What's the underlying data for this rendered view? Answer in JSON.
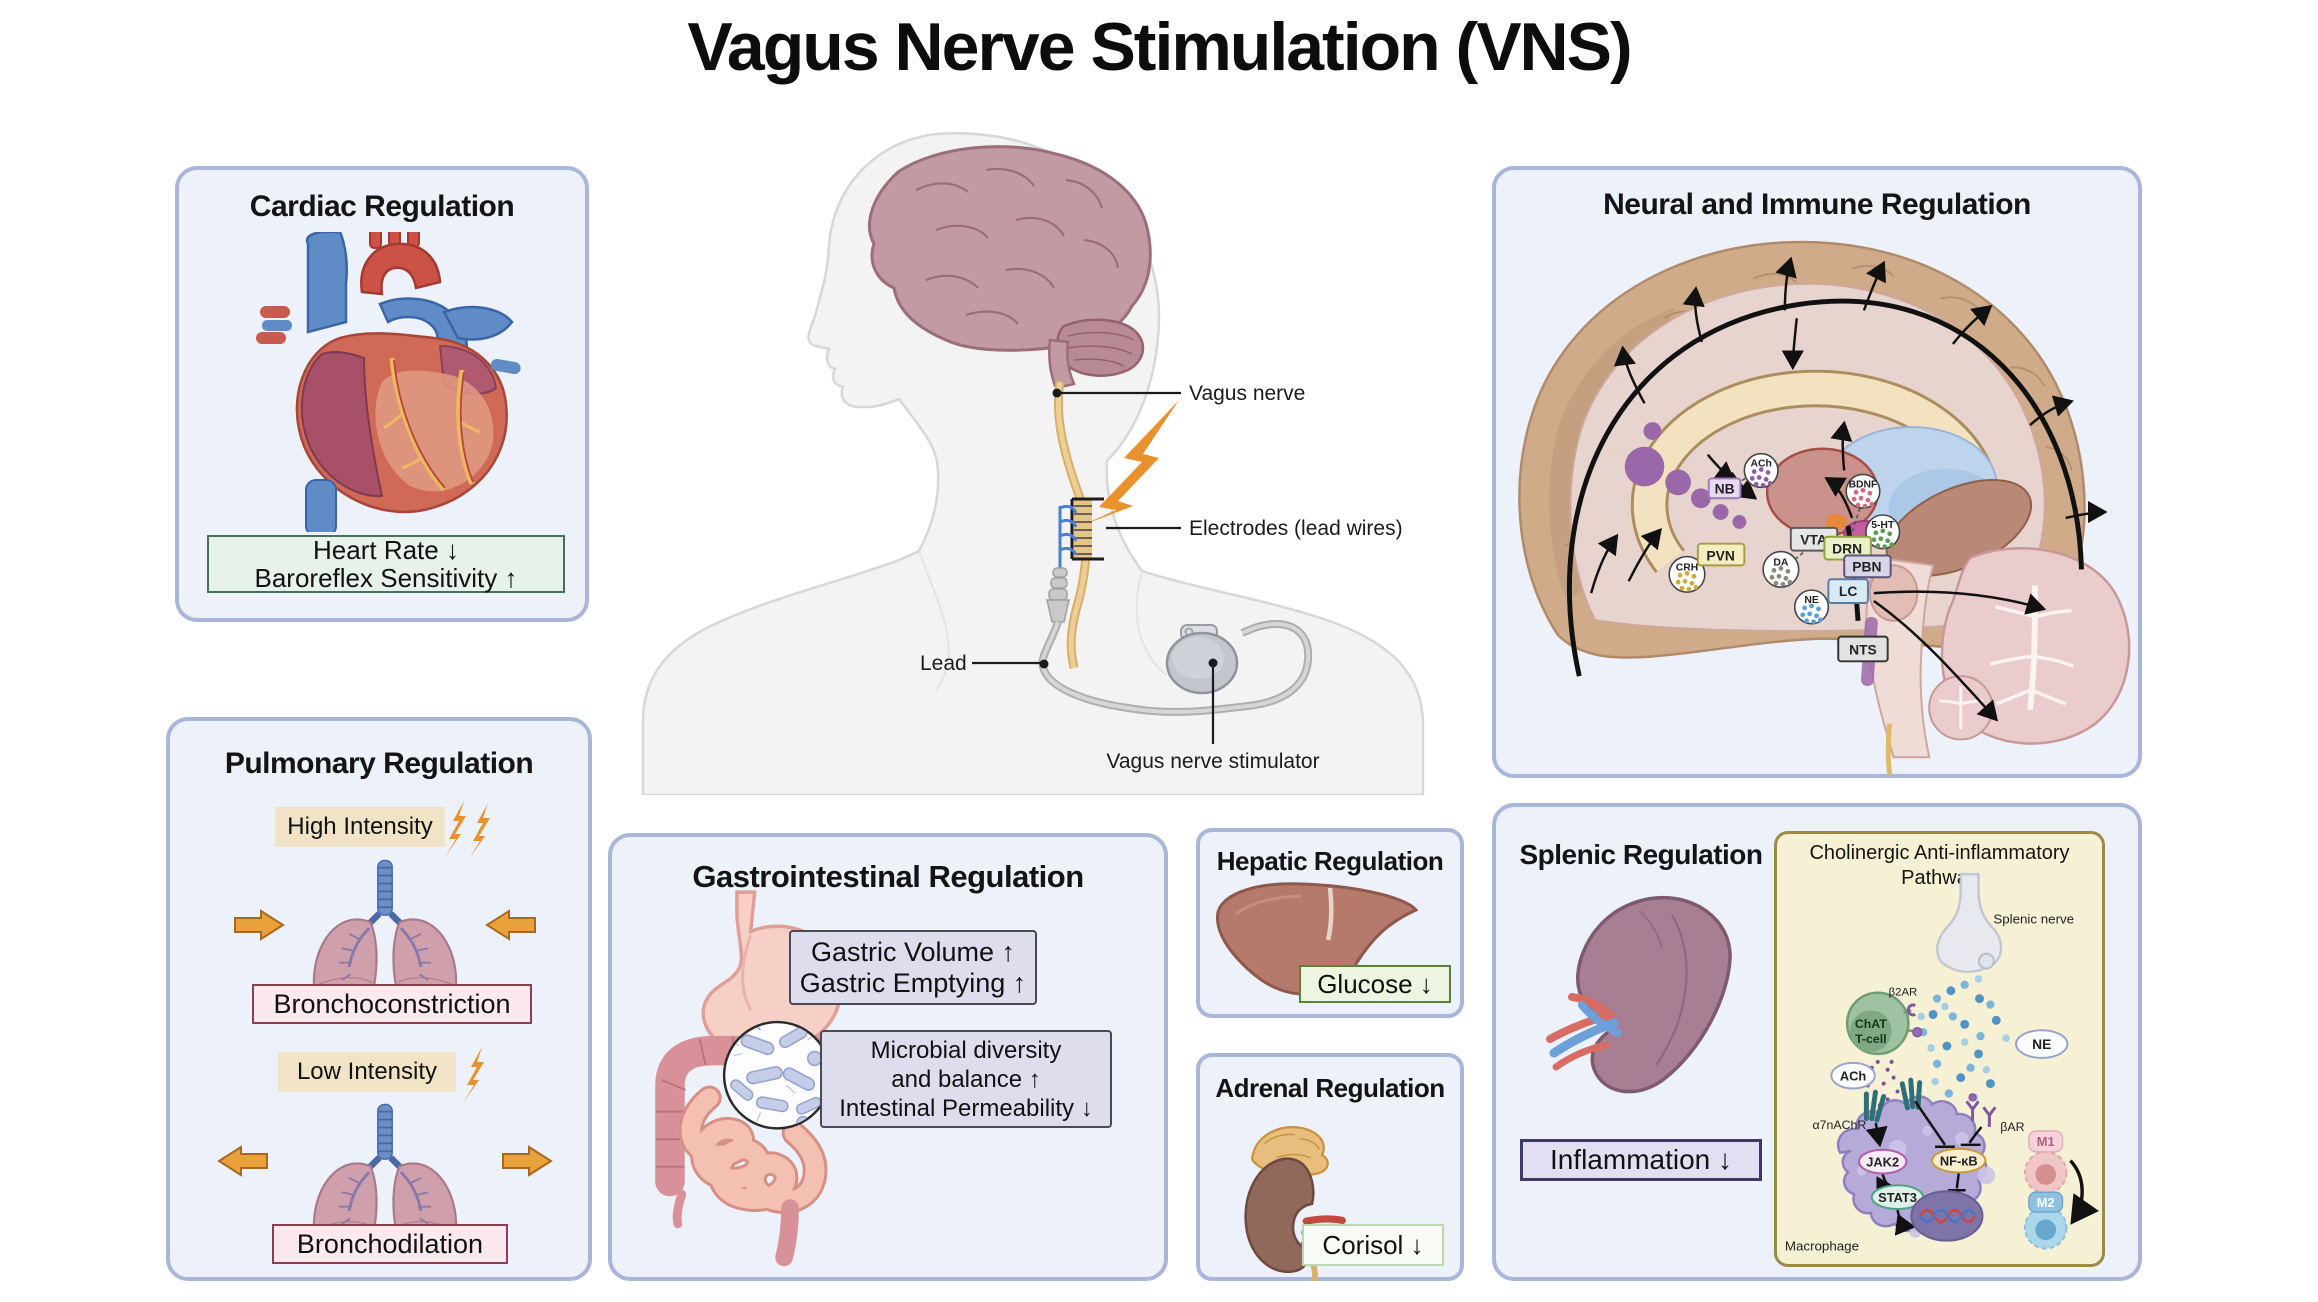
{
  "title": "Vagus Nerve Stimulation (VNS)",
  "colors": {
    "panel_bg": "#edf1f9",
    "panel_border": "#a9b6da",
    "green_box_bg": "#e7f2eb",
    "green_box_border": "#49705a",
    "pink_box_bg": "#fbe9ee",
    "pink_box_border": "#8c3d52",
    "lavender_box_bg": "#e3def2",
    "lavender_box_border": "#3f3a63",
    "tan_box_bg": "#f1e4c6",
    "gi_box_bg": "#dddded",
    "cream_panel_bg": "#f6f0d5",
    "cream_panel_border": "#9b8c45",
    "bolt_orange": "#e8912d",
    "arrow_orange": "#e9a23b"
  },
  "cardiac": {
    "title": "Cardiac Regulation",
    "outcome_lines": [
      "Heart Rate ↓",
      "Baroreflex Sensitivity ↑"
    ]
  },
  "pulmonary": {
    "title": "Pulmonary Regulation",
    "high": {
      "label": "High Intensity",
      "result": "Bronchoconstriction"
    },
    "low": {
      "label": "Low Intensity",
      "result": "Bronchodilation"
    }
  },
  "central": {
    "labels": {
      "vagus_nerve": "Vagus nerve",
      "electrodes": "Electrodes (lead wires)",
      "lead": "Lead",
      "stimulator": "Vagus nerve stimulator"
    }
  },
  "neural": {
    "title": "Neural and Immune Regulation",
    "nodes": {
      "nb": "NB",
      "pvn": "PVN",
      "vta": "VTA",
      "drn": "DRN",
      "pbn": "PBN",
      "lc": "LC",
      "nts": "NTS"
    },
    "neurotransmitters": {
      "ach": "ACh",
      "bdnf": "BDNF",
      "serotonin": "5-HT",
      "crh": "CRH",
      "da": "DA",
      "ne": "NE"
    }
  },
  "gi": {
    "title": "Gastrointestinal Regulation",
    "box1_lines": [
      "Gastric Volume ↑",
      "Gastric Emptying ↑"
    ],
    "box2_lines": [
      "Microbial diversity",
      "and balance ↑",
      "Intestinal Permeability ↓"
    ]
  },
  "hepatic": {
    "title": "Hepatic Regulation",
    "outcome": "Glucose ↓"
  },
  "adrenal": {
    "title": "Adrenal Regulation",
    "outcome": "Corisol ↓"
  },
  "splenic": {
    "title": "Splenic Regulation",
    "outcome": "Inflammation ↓"
  },
  "cholinergic": {
    "title_lines": [
      "Cholinergic Anti-inflammatory",
      "Pathway"
    ],
    "labels": {
      "splenic_nerve": "Splenic nerve",
      "b2ar": "β2AR",
      "chat": "ChAT",
      "tcell": "T-cell",
      "ach": "ACh",
      "ne": "NE",
      "a7nachr": "α7nAChR",
      "bar": "βAR",
      "jak2": "JAK2",
      "stat3": "STAT3",
      "nfkb": "NF-κB",
      "m1": "M1",
      "m2": "M2",
      "macrophage": "Macrophage"
    }
  }
}
